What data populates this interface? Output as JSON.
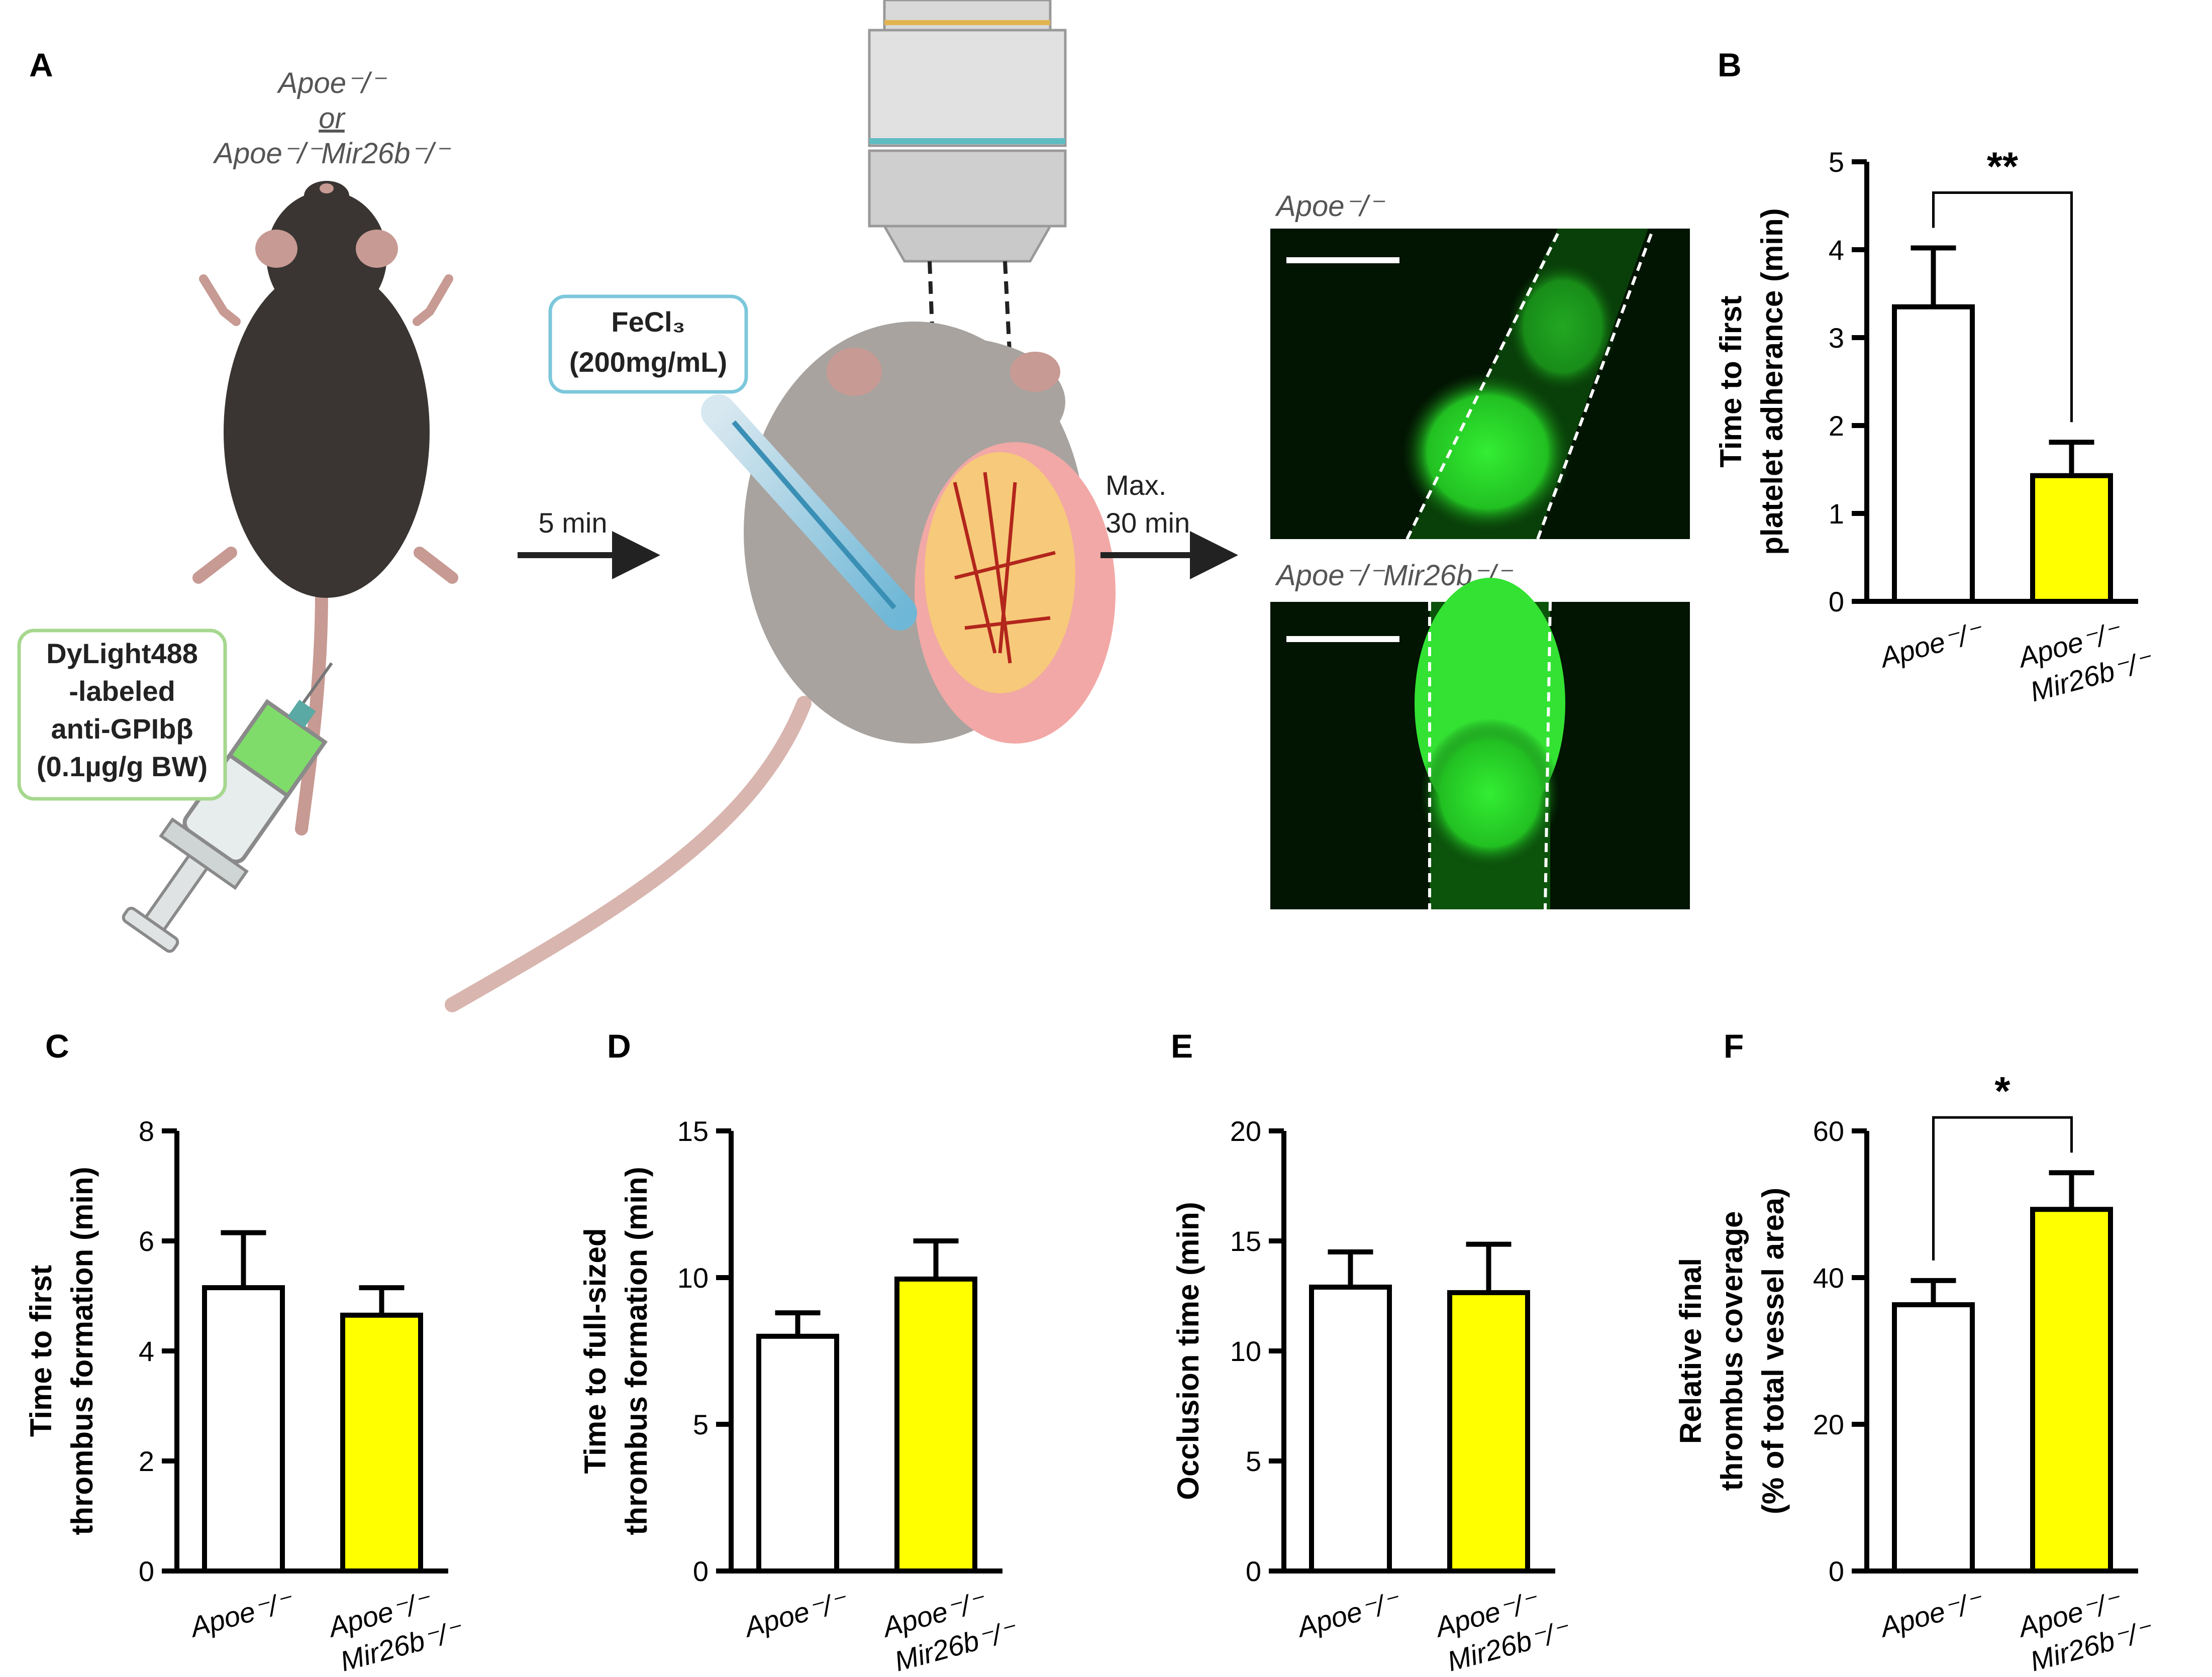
{
  "labels": {
    "genotype_top": "Apoe⁻/⁻",
    "genotype_or": "or",
    "genotype_bottom": "Apoe⁻/⁻Mir26b⁻/⁻",
    "dylight": [
      "DyLight488",
      "-labeled",
      "anti-GPIbβ",
      "(0.1µg/g BW)"
    ],
    "fecl3": [
      "FeCl₃",
      "(200mg/mL)"
    ],
    "step1": "5 min",
    "step2": [
      "Max.",
      "30 min"
    ],
    "micro_top": "Apoe⁻/⁻",
    "micro_bottom": "Apoe⁻/⁻Mir26b⁻/⁻"
  },
  "colors": {
    "ko_bar": "#ffff00",
    "wt_bar": "#ffffff",
    "fluor": "#22d422",
    "fluor_bg": "#021402",
    "mouse": "#3a3532",
    "mouse2": "#a8a39f"
  },
  "chart_data": [
    {
      "type": "bar",
      "panel": "B",
      "categories": [
        "Apoe⁻/⁻",
        "Apoe⁻/⁻\nMir26b⁻/⁻"
      ],
      "values": [
        3.35,
        1.43
      ],
      "errors": [
        0.67,
        0.38
      ],
      "ylabel": "Time to first\nplatelet adherance (min)",
      "ylim": [
        0,
        5
      ],
      "yticks": [
        0,
        1,
        2,
        3,
        4,
        5
      ],
      "significance": "**"
    },
    {
      "type": "bar",
      "panel": "C",
      "categories": [
        "Apoe⁻/⁻",
        "Apoe⁻/⁻\nMir26b⁻/⁻"
      ],
      "values": [
        5.15,
        4.65
      ],
      "errors": [
        1.0,
        0.5
      ],
      "ylabel": "Time to first\nthrombus formation (min)",
      "ylim": [
        0,
        8
      ],
      "yticks": [
        0,
        2,
        4,
        6,
        8
      ],
      "significance": ""
    },
    {
      "type": "bar",
      "panel": "D",
      "categories": [
        "Apoe⁻/⁻",
        "Apoe⁻/⁻\nMir26b⁻/⁻"
      ],
      "values": [
        8.0,
        9.95
      ],
      "errors": [
        0.8,
        1.3
      ],
      "ylabel": "Time to full-sized\nthrombus formation (min)",
      "ylim": [
        0,
        15
      ],
      "yticks": [
        0,
        5,
        10,
        15
      ],
      "significance": ""
    },
    {
      "type": "bar",
      "panel": "E",
      "categories": [
        "Apoe⁻/⁻",
        "Apoe⁻/⁻\nMir26b⁻/⁻"
      ],
      "values": [
        12.9,
        12.65
      ],
      "errors": [
        1.6,
        2.2
      ],
      "ylabel": "Occlusion time (min)",
      "ylim": [
        0,
        20
      ],
      "yticks": [
        0,
        5,
        10,
        15,
        20
      ],
      "significance": ""
    },
    {
      "type": "bar",
      "panel": "F",
      "categories": [
        "Apoe⁻/⁻",
        "Apoe⁻/⁻\nMir26b⁻/⁻"
      ],
      "values": [
        36.3,
        49.3
      ],
      "errors": [
        3.3,
        5.0
      ],
      "ylabel": "Relative final\nthrombus coverage\n(% of total vessel area)",
      "ylim": [
        0,
        60
      ],
      "yticks": [
        0,
        20,
        40,
        60
      ],
      "significance": "*"
    }
  ]
}
